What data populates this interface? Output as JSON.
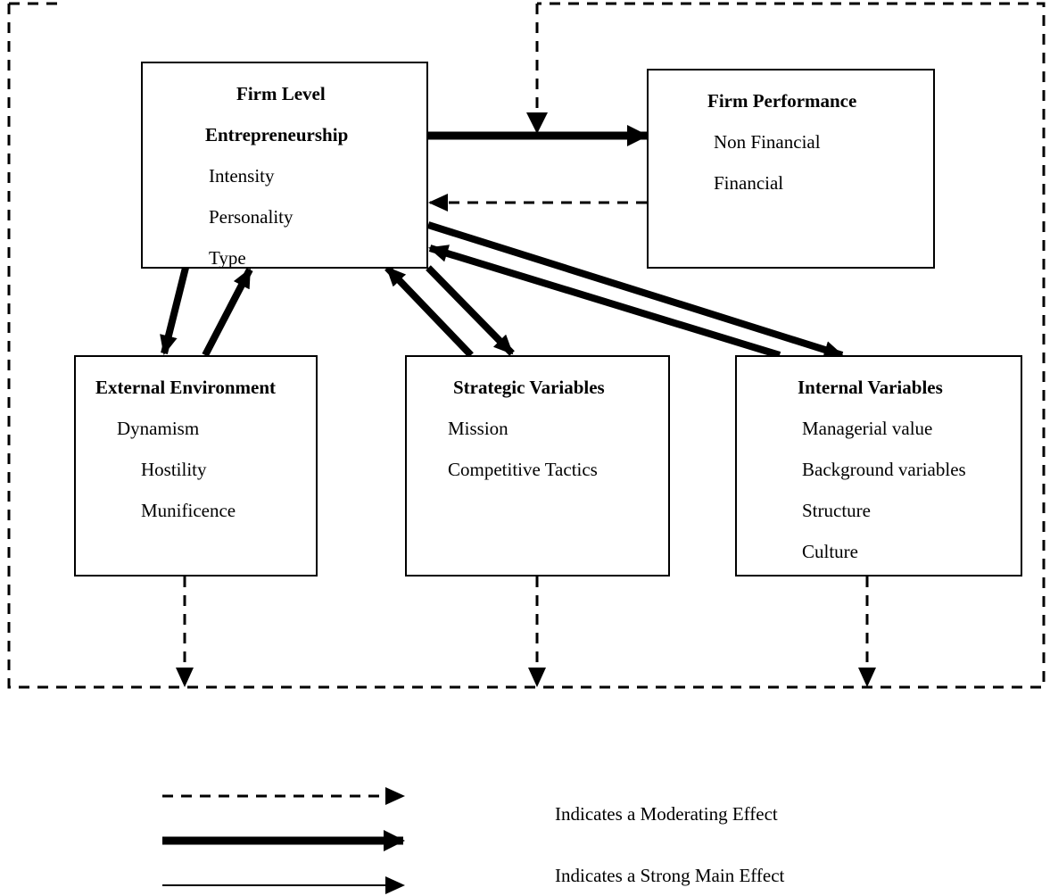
{
  "firm_level": {
    "title_line1": "Firm Level",
    "title_line2": "Entrepreneurship",
    "items": [
      "Intensity",
      "Personality",
      "Type"
    ]
  },
  "firm_performance": {
    "title": "Firm Performance",
    "items": [
      "Non Financial",
      "Financial"
    ]
  },
  "external_environment": {
    "title": "External Environment",
    "items": [
      "Dynamism",
      "Hostility",
      "Munificence"
    ]
  },
  "strategic_variables": {
    "title": "Strategic Variables",
    "items": [
      "Mission",
      "Competitive Tactics"
    ]
  },
  "internal_variables": {
    "title": "Internal Variables",
    "items": [
      "Managerial value",
      "Background variables",
      "Structure",
      "Culture"
    ]
  },
  "legend": {
    "moderating": "Indicates a Moderating Effect",
    "strong": "Indicates a Strong Main Effect"
  }
}
